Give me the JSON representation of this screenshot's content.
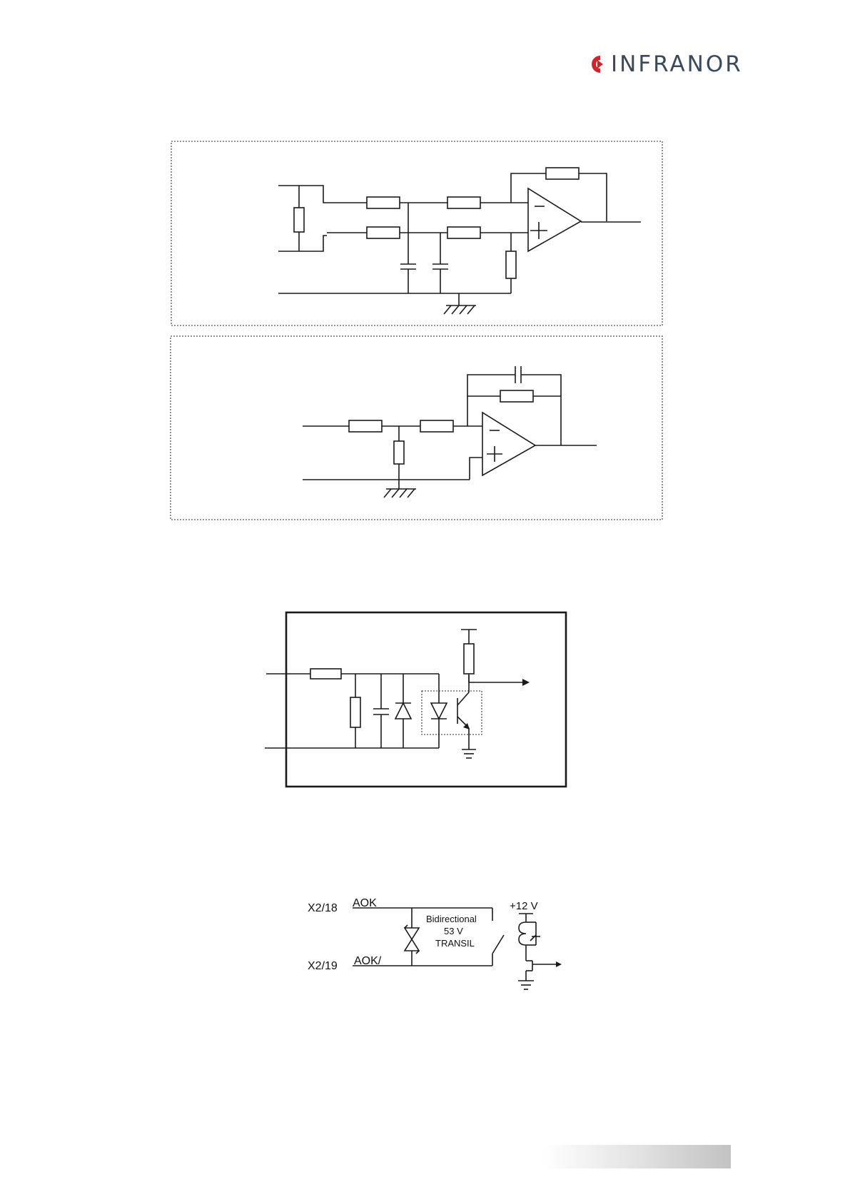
{
  "header": {
    "logo_text": "INFRANOR",
    "brand_color": "#d2232a",
    "text_color": "#3a4a5e"
  },
  "diagrams": {
    "relay_circuit": {
      "connector_top": "X2/18",
      "connector_bottom": "X2/19",
      "signal_top": "AOK",
      "signal_bottom": "AOK/",
      "supply": "+12 V",
      "transil_line1": "Bidirectional",
      "transil_line2": "53 V",
      "transil_line3": "TRANSIL"
    }
  },
  "icons": {
    "logo": "brand-chevron-icon"
  }
}
